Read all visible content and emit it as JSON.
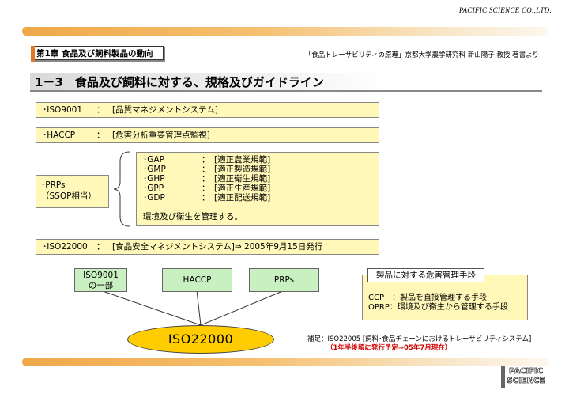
{
  "header": {
    "company": "PACIFIC SCIENCE CO.,LTD.",
    "chapter": "第1章 食品及び飼料製品の動向",
    "source": "「食品トレーサビリティの原理」京都大学農学研究科 新山陽子 教授 著書より"
  },
  "title": "1－3　食品及び飼料に対する、規格及びガイドライン",
  "rows": {
    "iso9001": {
      "key": "･ISO9001",
      "colon": "：",
      "value": "[品質マネジメントシステム]"
    },
    "haccp": {
      "key": "･HACCP",
      "colon": "：",
      "value": "[危害分析重要管理点監視]"
    },
    "iso22000": {
      "key": "･ISO22000",
      "colon": "：",
      "value": "[食品安全マネジメントシステム]⇒ 2005年9月15日発行"
    }
  },
  "prps": {
    "label_line1": "･PRPs",
    "label_line2": "（SSOP相当）",
    "items": [
      {
        "key": "･GAP",
        "colon": "：",
        "value": "[適正農業規範]"
      },
      {
        "key": "･GMP",
        "colon": "：",
        "value": "[適正製造規範]"
      },
      {
        "key": "･GHP",
        "colon": "：",
        "value": "[適正衛生規範]"
      },
      {
        "key": "･GPP",
        "colon": "：",
        "value": "[適正生産規範]"
      },
      {
        "key": "･GDP",
        "colon": "：",
        "value": "[適正配送規範]"
      }
    ],
    "summary": "環境及び衛生を管理する。"
  },
  "diagram": {
    "box1_line1": "ISO9001",
    "box1_line2": "の一部",
    "box2": "HACCP",
    "box3": "PRPs",
    "center": "ISO22000"
  },
  "hazard": {
    "title": "製品に対する危害管理手段",
    "line1": "CCP　：製品を直接管理する手段",
    "line2": "OPRP：環境及び衛生から管理する手段"
  },
  "note": {
    "line1": "補足：ISO22005 [飼料･食品チェーンにおけるトレーサビリティシステム]",
    "line2": "（1年半後頃に発行予定⇒05年7月現在）"
  },
  "logo": {
    "line1": "PACIFIC",
    "line2": "SCIENCE"
  },
  "colors": {
    "yellow_box": "#fff8b8",
    "green_box": "#c8f0c0",
    "ellipse": "#ffcc00",
    "accent_bar": "#f0a848",
    "note_red": "#d00000"
  }
}
